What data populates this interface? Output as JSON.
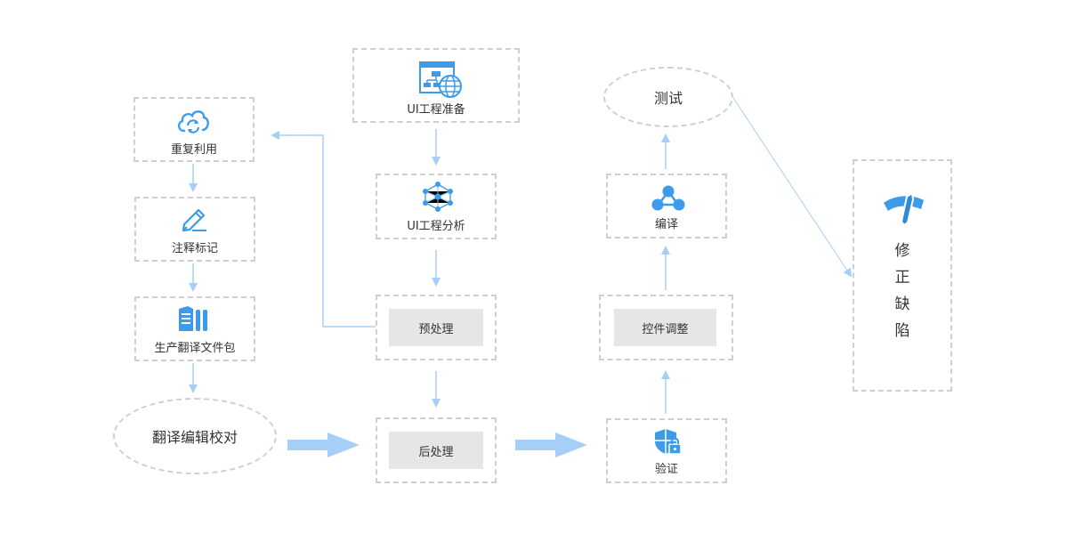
{
  "nodes": {
    "ui_prep": "UI工程准备",
    "ui_analysis": "UI工程分析",
    "preprocess": "预处理",
    "postprocess": "后处理",
    "reuse": "重复利用",
    "annotate": "注释标记",
    "gen_package": "生产翻译文件包",
    "translate_edit": "翻译编辑校对",
    "verify": "验证",
    "control_adjust": "控件调整",
    "compile": "编译",
    "test": "测试",
    "fix_defects": [
      "修",
      "正",
      "缺",
      "陷"
    ]
  },
  "icons": {
    "ui_prep": "site-map-globe-icon",
    "ui_analysis": "network-nodes-icon",
    "reuse": "recycle-cloud-icon",
    "annotate": "pencil-icon",
    "gen_package": "document-bars-icon",
    "verify": "shield-lock-icon",
    "compile": "share-nodes-icon",
    "fix_defects": "wrench-icon"
  },
  "colors": {
    "accent": "#3d9be9",
    "arrow": "#a6cff7",
    "border": "#cfcfcf",
    "inner_fill": "#e6e6e6"
  }
}
